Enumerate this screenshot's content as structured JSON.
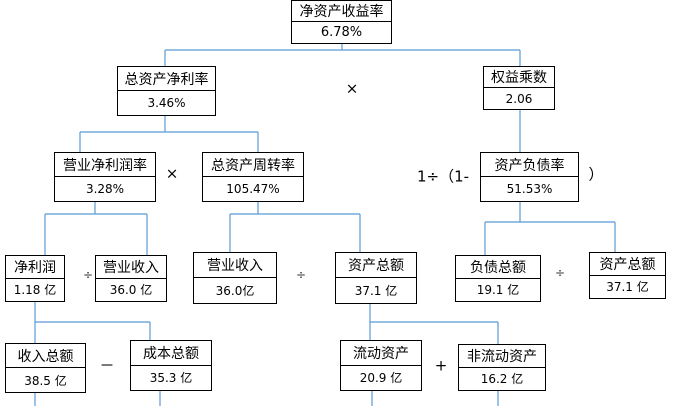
{
  "nodes": {
    "roe": {
      "label": "净资产收益率",
      "value": "6.78%"
    },
    "roa": {
      "label": "总资产净利率",
      "value": "3.46%"
    },
    "em": {
      "label": "权益乘数",
      "value": "2.06"
    },
    "npm": {
      "label": "营业净利润率",
      "value": "3.28%"
    },
    "tat": {
      "label": "总资产周转率",
      "value": "105.47%"
    },
    "dar": {
      "label": "资产负债率",
      "value": "51.53%"
    },
    "ni": {
      "label": "净利润",
      "value": "1.18 亿"
    },
    "rev1": {
      "label": "营业收入",
      "value": "36.0 亿"
    },
    "rev2": {
      "label": "营业收入",
      "value": "36.0亿"
    },
    "ta1": {
      "label": "资产总额",
      "value": "37.1 亿"
    },
    "tl": {
      "label": "负债总额",
      "value": "19.1 亿"
    },
    "ta2": {
      "label": "资产总额",
      "value": "37.1 亿"
    },
    "tinc": {
      "label": "收入总额",
      "value": "38.5 亿"
    },
    "tcost": {
      "label": "成本总额",
      "value": "35.3 亿"
    },
    "ca": {
      "label": "流动资产",
      "value": "20.9 亿"
    },
    "nca": {
      "label": "非流动资产",
      "value": "16.2 亿"
    }
  },
  "operators": {
    "times_top": "×",
    "times_mid": "×",
    "one_div_prefix": "1÷（1-",
    "close_paren": "）",
    "div1": "÷",
    "div2": "÷",
    "div3": "÷",
    "minus": "－",
    "plus": "+"
  },
  "colors": {
    "connector": "#5b9bd5",
    "border": "#000000"
  }
}
